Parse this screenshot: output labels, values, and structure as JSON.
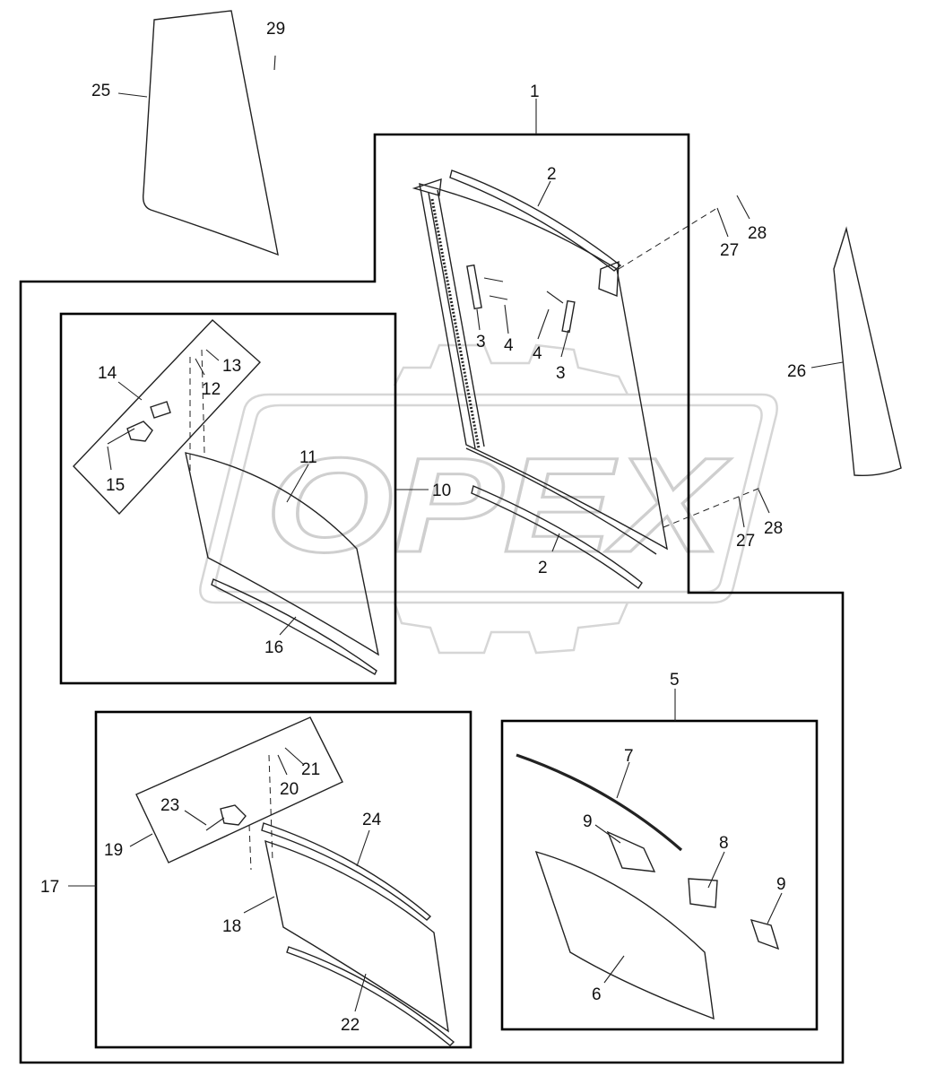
{
  "watermark": {
    "text": "OPEX"
  },
  "callouts": [
    {
      "id": "c1",
      "text": "1"
    },
    {
      "id": "c2a",
      "text": "2"
    },
    {
      "id": "c2b",
      "text": "2"
    },
    {
      "id": "c3a",
      "text": "3"
    },
    {
      "id": "c3b",
      "text": "3"
    },
    {
      "id": "c4a",
      "text": "4"
    },
    {
      "id": "c4b",
      "text": "4"
    },
    {
      "id": "c5",
      "text": "5"
    },
    {
      "id": "c6",
      "text": "6"
    },
    {
      "id": "c7",
      "text": "7"
    },
    {
      "id": "c8",
      "text": "8"
    },
    {
      "id": "c9a",
      "text": "9"
    },
    {
      "id": "c9b",
      "text": "9"
    },
    {
      "id": "c10",
      "text": "10"
    },
    {
      "id": "c11",
      "text": "11"
    },
    {
      "id": "c12",
      "text": "12"
    },
    {
      "id": "c13",
      "text": "13"
    },
    {
      "id": "c14",
      "text": "14"
    },
    {
      "id": "c15",
      "text": "15"
    },
    {
      "id": "c16",
      "text": "16"
    },
    {
      "id": "c17",
      "text": "17"
    },
    {
      "id": "c18",
      "text": "18"
    },
    {
      "id": "c19",
      "text": "19"
    },
    {
      "id": "c20",
      "text": "20"
    },
    {
      "id": "c21",
      "text": "21"
    },
    {
      "id": "c22",
      "text": "22"
    },
    {
      "id": "c23",
      "text": "23"
    },
    {
      "id": "c24",
      "text": "24"
    },
    {
      "id": "c25",
      "text": "25"
    },
    {
      "id": "c26",
      "text": "26"
    },
    {
      "id": "c27a",
      "text": "27"
    },
    {
      "id": "c27b",
      "text": "27"
    },
    {
      "id": "c28a",
      "text": "28"
    },
    {
      "id": "c28b",
      "text": "28"
    },
    {
      "id": "c29",
      "text": "29"
    }
  ]
}
